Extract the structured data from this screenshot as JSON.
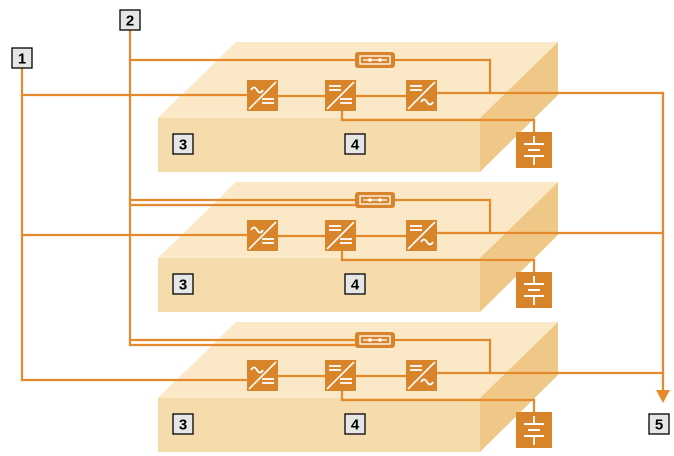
{
  "colors": {
    "line": "#e48a2c",
    "block": "#d8842a",
    "slab_top": "#fbe8c6",
    "slab_front": "#f6dcad",
    "slab_side": "#efc887",
    "label_box": "#e6e6e6"
  },
  "labels": {
    "input_1": "1",
    "input_2": "2",
    "output_5": "5",
    "module_left": "3",
    "module_right": "4"
  },
  "icons": {
    "rectifier": "ac-to-dc-icon",
    "inverter_dc_dc": "dc-to-dc-icon",
    "inverter": "dc-to-ac-icon",
    "bypass_switch": "static-switch-icon",
    "battery": "battery-icon"
  },
  "modules": [
    "module-1",
    "module-2",
    "module-3"
  ]
}
